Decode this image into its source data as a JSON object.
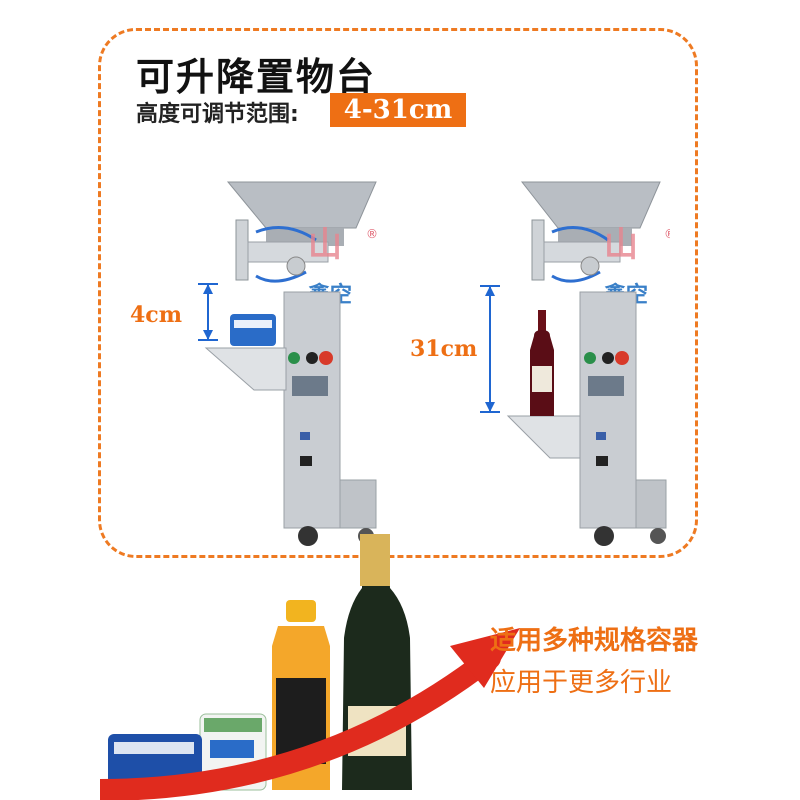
{
  "header": {
    "title": "可升降置物台",
    "subtitle": "高度可调节范围:",
    "range": "4-31cm"
  },
  "machines": {
    "left_label": "4cm",
    "right_label": "31cm",
    "brand": "鑫空",
    "brand_mark": "®"
  },
  "footer": {
    "caption_line1": "适用多种规格容器",
    "caption_line2": "应用于更多行业"
  },
  "colors": {
    "accent": "#ee6f14",
    "arrow": "#e02b1e",
    "dimension": "#1f66d1",
    "steel": "#c9cdd2"
  }
}
